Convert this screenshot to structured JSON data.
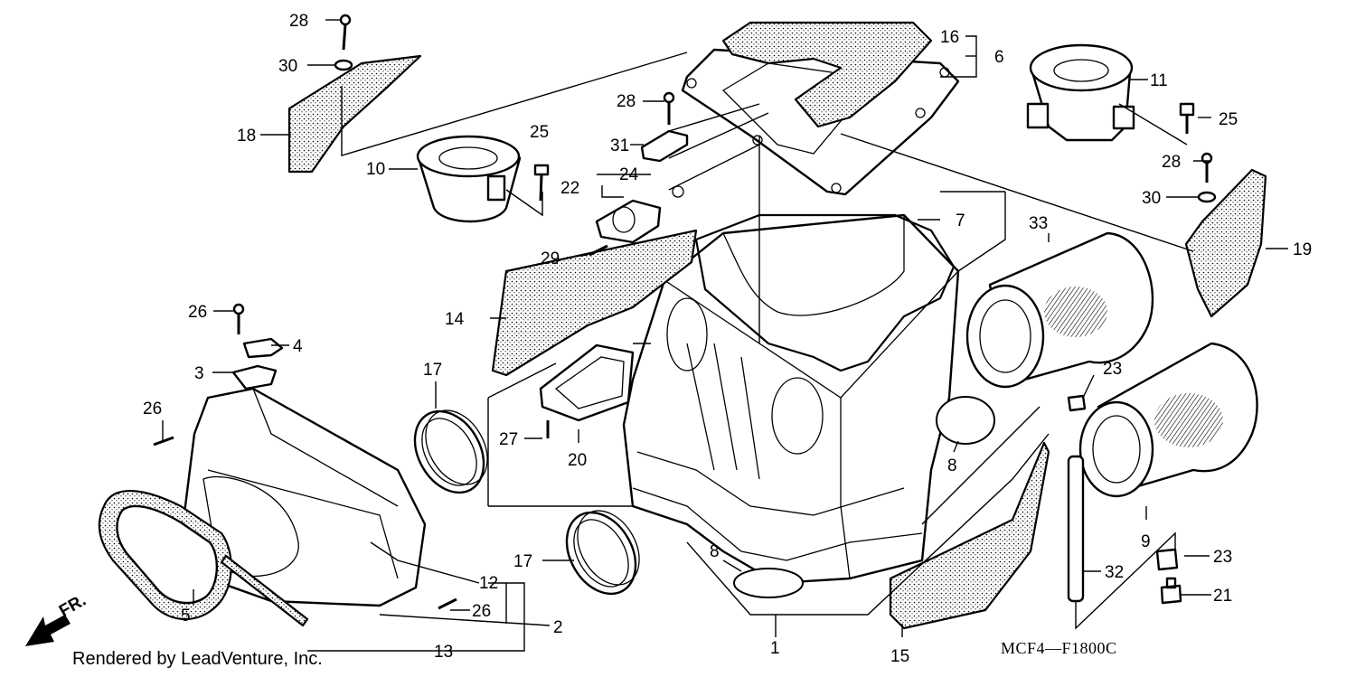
{
  "labels": {
    "p1": "1",
    "p2": "2",
    "p3": "3",
    "p4": "4",
    "p5": "5",
    "p6": "6",
    "p7": "7",
    "p8a": "8",
    "p8b": "8",
    "p9": "9",
    "p10": "10",
    "p11": "11",
    "p12": "12",
    "p13": "13",
    "p14": "14",
    "p15": "15",
    "p16": "16",
    "p17a": "17",
    "p17b": "17",
    "p18": "18",
    "p19": "19",
    "p20": "20",
    "p21": "21",
    "p22": "22",
    "p23a": "23",
    "p23b": "23",
    "p24": "24",
    "p25a": "25",
    "p25b": "25",
    "p26a": "26",
    "p26b": "26",
    "p26c": "26",
    "p27": "27",
    "p28a": "28",
    "p28b": "28",
    "p28c": "28",
    "p29": "29",
    "p30a": "30",
    "p30b": "30",
    "p31": "31",
    "p32": "32",
    "p33": "33"
  },
  "direction_label": "FR.",
  "diagram_code": "MCF4—F1800C",
  "footer": "Rendered by LeadVenture, Inc.",
  "colors": {
    "ink": "#000000",
    "paper": "#ffffff"
  }
}
